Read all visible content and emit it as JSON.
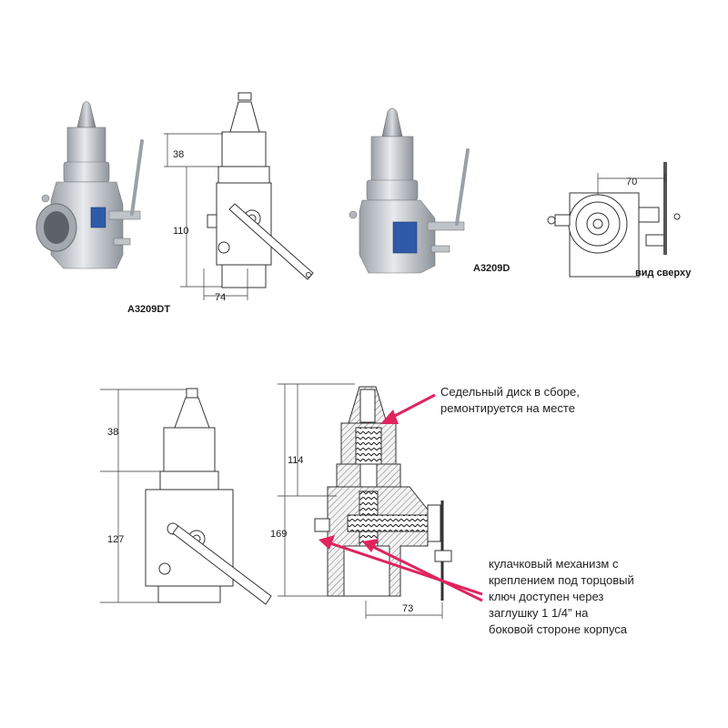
{
  "models": {
    "a3209dt": "A3209DT",
    "a3209d": "A3209D"
  },
  "top_view": {
    "label": "вид сверху",
    "width": "70"
  },
  "dims_dt": {
    "top": "38",
    "height": "110",
    "width": "74"
  },
  "dims_d": {
    "top": "38",
    "height": "127"
  },
  "section": {
    "upper": "114",
    "total": "169",
    "width": "73"
  },
  "callouts": {
    "seat_disc": "Седельный диск в сборе, ремонтируется на месте",
    "cam_line1": "кулачковый механизм с",
    "cam_line2": "креплением под торцовый",
    "cam_line3": "ключ доступен через",
    "cam_line4": "заглушку 1 1/4” на",
    "cam_line5": "боковой стороне корпуса"
  },
  "colors": {
    "arrow": "#e0245e",
    "metal": "#c9cdd2",
    "line": "#333333",
    "badge": "#2f5aa8"
  }
}
